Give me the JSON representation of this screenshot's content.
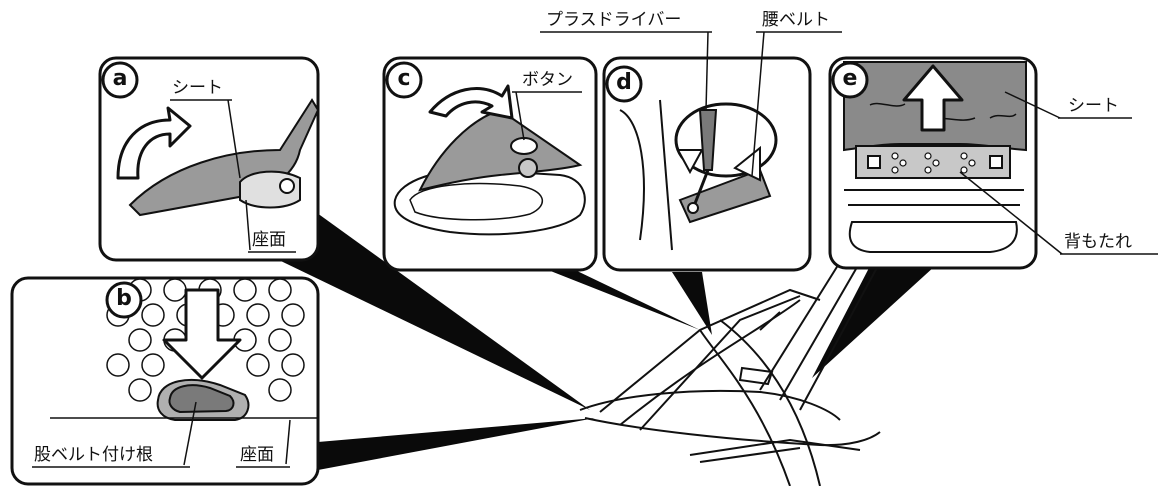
{
  "panels": {
    "a": {
      "badge": "a",
      "labels": {
        "seat_cover": "シート",
        "seat_base": "座面"
      }
    },
    "b": {
      "badge": "b",
      "labels": {
        "crotch_belt_root": "股ベルト付け根",
        "seat_base": "座面"
      }
    },
    "c": {
      "badge": "c",
      "labels": {
        "button": "ボタン"
      }
    },
    "d": {
      "badge": "d",
      "labels": {
        "phillips_screwdriver": "プラスドライバー",
        "waist_belt": "腰ベルト"
      }
    },
    "e": {
      "badge": "e",
      "labels": {
        "seat_cover": "シート",
        "backrest": "背もたれ"
      }
    }
  },
  "colors": {
    "stroke": "#111111",
    "panel_fill": "#ffffff",
    "seat_gray": "#9a9a9a",
    "light_gray": "#c8c8c8",
    "dark_wedge": "#0a0a0a"
  },
  "icons": [
    "arrow-curved-icon",
    "arrow-down-icon",
    "arrow-up-icon",
    "screwdriver-icon"
  ]
}
